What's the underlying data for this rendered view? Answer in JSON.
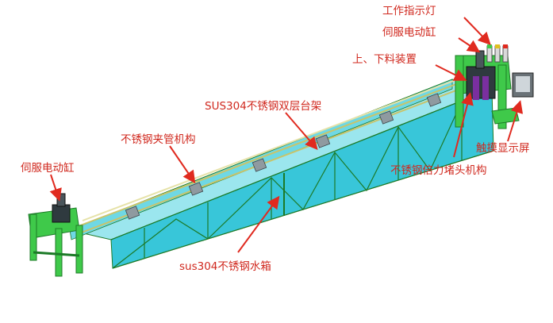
{
  "labels": {
    "indicator_light": "工作指示灯",
    "servo_cylinder_top": "伺服电动缸",
    "load_unload": "上、下料装置",
    "frame": "SUS304不锈钢双层台架",
    "clamp": "不锈钢夹管机构",
    "touch_screen": "触摸显示屏",
    "servo_cylinder_left": "伺服电动缸",
    "plug_mechanism": "不锈钢倍力堵头机构",
    "water_tank": "sus304不锈钢水箱"
  },
  "colors": {
    "frame_green": "#3fc94a",
    "frame_dark": "#1c7a27",
    "water": "#38c6d9",
    "water_light": "#9be6ee",
    "rail": "#d9d58a",
    "arrow_red": "#e02a1f",
    "label_red": "#d0281e"
  }
}
